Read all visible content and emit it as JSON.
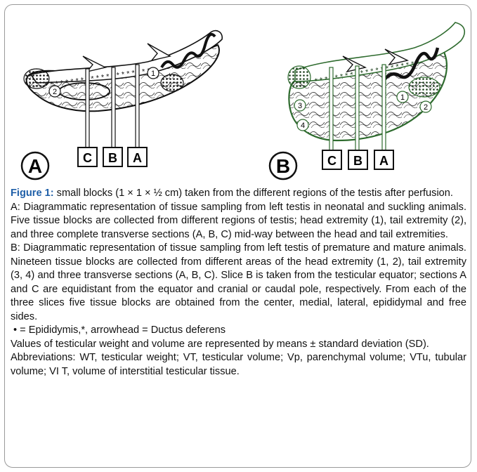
{
  "panels": [
    {
      "panel_label": "A",
      "section_boxes": [
        "C",
        "B",
        "A"
      ],
      "region_numbers": [
        "1",
        "2"
      ]
    },
    {
      "panel_label": "B",
      "section_boxes": [
        "C",
        "B",
        "A"
      ],
      "region_numbers": [
        "1",
        "2",
        "3",
        "4"
      ]
    }
  ],
  "caption": {
    "figure_label": "Figure 1:",
    "title_text": " small blocks (1 × 1 × ½ cm) taken from the different regions of the testis after perfusion.",
    "para_a": "A: Diagrammatic representation of tissue sampling from left testis in neonatal and suckling animals. Five tissue blocks are collected from different regions of testis; head extremity (1), tail extremity (2), and three complete transverse sections (A, B, C) mid-way between the head and tail extremities.",
    "para_b": "B: Diagrammatic representation of tissue sampling from left testis of premature and mature animals. Nineteen tissue blocks are collected from different areas of the head extremity (1, 2), tail extremity (3, 4) and three transverse sections (A, B, C). Slice B is taken from the testicular equator; sections A and C are equidistant from the equator and cranial or caudal pole, respectively. From each of the three slices five tissue blocks are obtained from the center, medial, lateral, epididymal and free sides.",
    "legend_line": "• = Epididymis,*, arrowhead = Ductus deferens",
    "values_line": "Values of testicular weight and volume are represented by means ± standard deviation (SD).",
    "abbrev_line": "Abbreviations: WT, testicular weight; VT, testicular volume; Vp, parenchymal volume; VTu, tubular volume; VI T, volume of interstitial testicular tissue."
  },
  "colors": {
    "figure_label": "#1f5fa8",
    "panel_b_outline": "#2e6b2e",
    "ink": "#111111"
  }
}
